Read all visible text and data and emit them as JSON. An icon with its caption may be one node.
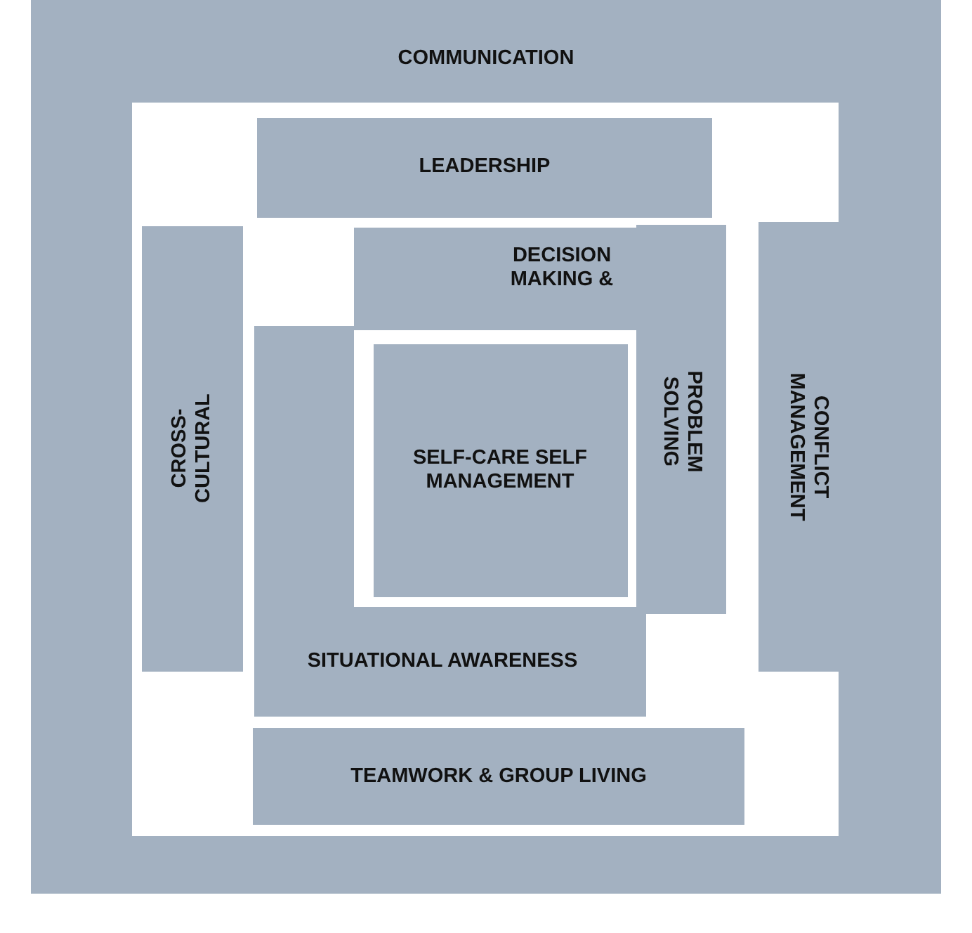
{
  "diagram": {
    "nodes": [
      {
        "text": [
          "COMMUNICATION"
        ]
      },
      {
        "text": [
          "LEADERSHIP"
        ],
        "in": 0
      },
      {
        "text": [
          "CROSS-CULTURAL"
        ],
        "in": 0
      },
      {
        "text": [
          "CONFLICT MANAGEMENT"
        ],
        "in": 0
      },
      {
        "text": [
          "DECISION MAKING &",
          "PROBLEM SOLVING"
        ],
        "in": 0
      },
      {
        "text": [
          "SITUATIONAL AWARENESS"
        ],
        "in": 0
      },
      {
        "text": [
          "SELF-CARE SELF MANAGEMENT"
        ],
        "in": 0
      },
      {
        "text": [
          "TEAMWORK & GROUP LIVING"
        ],
        "in": 0
      }
    ]
  }
}
